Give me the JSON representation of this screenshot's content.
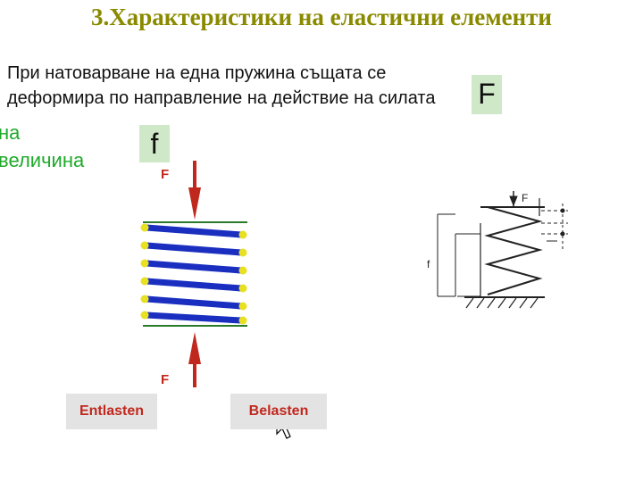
{
  "slide": {
    "title": "3.Характеристики на еластични елементи",
    "line1": "При натоварване на една пружина същата се",
    "line2": "деформира по направление на действие на силата",
    "green_word1": "на",
    "green_word2": "величина",
    "symbol_F": "F",
    "symbol_f": "f"
  },
  "animation": {
    "force_top_label": "F",
    "force_bottom_label": "F",
    "buttons": {
      "unload": "Entlasten",
      "load": "Belasten"
    }
  },
  "diagram": {
    "force_label": "F",
    "side_label": "f"
  },
  "colors": {
    "title": "#8a8a00",
    "green_text": "#1faa2a",
    "symbol_bg": "#cfe8c8",
    "coil": "#1a2fc0",
    "coil_end": "#e8e020",
    "arrow": "#c0281e",
    "button_bg": "#e3e3e3"
  }
}
